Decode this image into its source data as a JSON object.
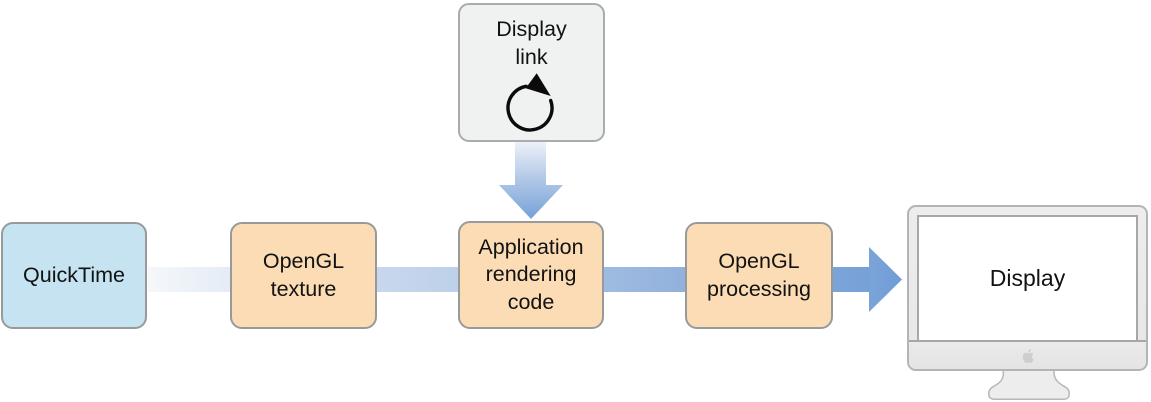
{
  "nodes": {
    "quicktime": {
      "label": "QuickTime",
      "fill": "#c5e3f0"
    },
    "opengl_texture": {
      "label": "OpenGL\ntexture",
      "fill": "#fbdcb4"
    },
    "app_rendering": {
      "label": "Application\nrendering\ncode",
      "fill": "#fbdcb4"
    },
    "opengl_processing": {
      "label": "OpenGL\nprocessing",
      "fill": "#fbdcb4"
    },
    "display_link": {
      "label": "Display\nlink",
      "fill": "#f0f2f2",
      "icon": "circular-arrow-loop-icon"
    },
    "display": {
      "label": "Display",
      "icon": "imac-monitor"
    }
  },
  "connectors": {
    "horizontal_flow_order": [
      "quicktime",
      "opengl_texture",
      "app_rendering",
      "opengl_processing",
      "display"
    ],
    "vertical_flow": {
      "from": "display_link",
      "to": "app_rendering"
    },
    "gradient_start_color": "#f5f8fb",
    "gradient_end_color": "#74a0d6",
    "arrow_color": "#74a0d6"
  },
  "icons": {
    "loop": "circular-arrow-loop-icon",
    "apple": "apple-logo-icon"
  }
}
